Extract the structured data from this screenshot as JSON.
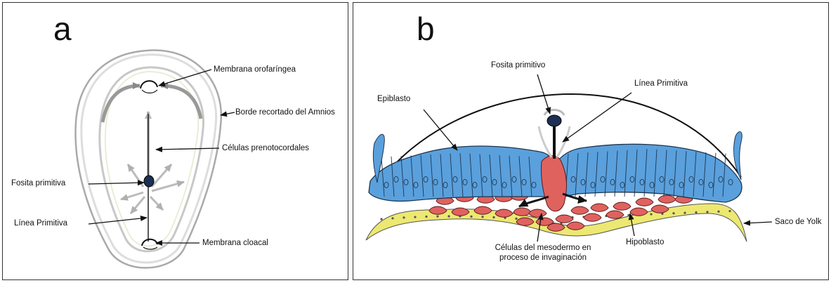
{
  "panel_a": {
    "letter": "a",
    "labels": {
      "orofaringea": "Membrana orofaríngea",
      "borde": "Borde recortado del Amnios",
      "prenotocordales": "Células prenotocordales",
      "fosita": "Fosita primitiva",
      "linea": "Línea Primitiva",
      "cloacal": "Membrana cloacal"
    }
  },
  "panel_b": {
    "letter": "b",
    "labels": {
      "fosita": "Fosita primitivo",
      "linea": "Línea Primitiva",
      "epiblasto": "Epiblasto",
      "saco": "Saco de Yolk",
      "hipoblasto": "Hipoblasto",
      "mesodermo_1": "Células del mesodermo en",
      "mesodermo_2": "proceso de invaginación"
    }
  },
  "colors": {
    "epiblast": "#5aa0dc",
    "mesoderm": "#e0625f",
    "hypoblast": "#ece872",
    "pit": "#1d2f52",
    "outline": "#222222"
  }
}
